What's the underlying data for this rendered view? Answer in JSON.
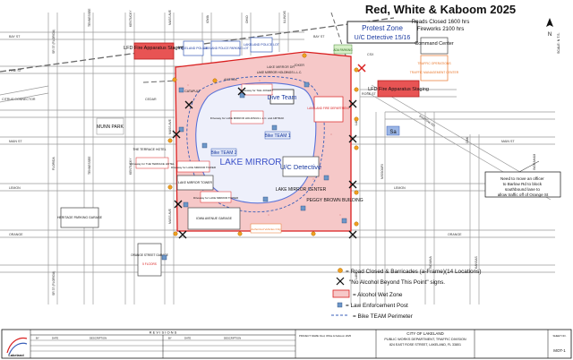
{
  "title": {
    "main": "Red, White & Kaboom 2025",
    "line1": "Roads Closed 1600 hrs",
    "line2": "Fireworks 2100 hrs"
  },
  "colors": {
    "closure": "#f0a020",
    "zone_edge": "#d92020",
    "zone_fill": "#f6c8c8",
    "post": "#6d97c8",
    "bike": "#3a5fb8",
    "lake": "#5a73d8",
    "rail": "#6a6a6a",
    "orange_text": "#e8762a"
  },
  "streets": {
    "bay_st": "BAY ST",
    "pine_st": "PINE ST",
    "main_st": "MAIN ST",
    "lemon": "LEMON",
    "orange": "ORANGE",
    "tennessee": "TENNESSEE",
    "kentucky": "KENTUCKY",
    "mass_ave": "MASS AVE",
    "massachusetts": "MASSACHUSETTS",
    "lake": "LAKE",
    "rose_st": "ROSE ST",
    "amtrak": "AMTRAK",
    "csx": "CSX",
    "lake_mirror_dr": "LAKE MIRROR DR",
    "cedar": "CEDAR",
    "joker": "JOKER",
    "citrus_connector": "CITRUS CONNECTOR",
    "sr37": "SR 37 (FLORIDA)",
    "florida": "FLORIDA",
    "missouri": "MISSOURI",
    "indiana": "INDIANA",
    "iowa": "IOWA",
    "ohio": "OHIO",
    "illinois": "ILLINOIS",
    "bartow_rd": "BARTOW RD",
    "oak": "OAK",
    "ingraham": "INGRAHAM",
    "kansas": "KANSAS"
  },
  "places": {
    "lfd_staging_1": "LFD Fire Apparatus Staging",
    "lfd_staging_2": "LFD Fire Apparatus Staging",
    "protest_zone_1": "Protest Zone",
    "protest_zone_2": "U/C Detective 15/16",
    "command_center": "Command Center",
    "lakeland_police": "LAKELAND POLICE",
    "police_parking": "LAKELAND POLICE PARKING LOT",
    "police_lot": "LAKELAND POLICE LOT",
    "dive_team": "Dive Team",
    "bike_team_1": "Bike TEAM 1",
    "bike_team_2": "Bike TEAM 2",
    "lake_mirror": "LAKE MIRROR",
    "uc_detective": "U/C Detective",
    "lake_mirror_center": "LAKE MIRROR CENTER",
    "peggy_brown": "PEGGY BROWN BUILDING",
    "munn_park": "MUNN PARK",
    "terrace_hotel": "THE TERRACE HOTEL",
    "lake_mirror_tower": "LAKE MIRROR TOWER",
    "iowa_garage": "IOWA AVENUE GARAGE",
    "heritage_garage": "HERITAGE PARKING GARAGE",
    "orange_st_garage": "ORANGE STREET GARAGE",
    "orange_st_caption": "5 FLOORS",
    "lakeland_fire": "LAKELAND FIRE DEPARTMENT",
    "traffic_ops": "TRAFFIC OPERATIONS",
    "traffic_mgmt": "TRAFFIC MANAGEMENT CENTER",
    "ada_parking": "ADA PARKING",
    "sa": "Sa",
    "catapult": "CATAPULT",
    "lake_mirror_holdings": "LAKE MIRROR HOLDINGS L.L.C.",
    "driveway_1": "Driveway for LAKE MIRROR HOLDINGS L.L.C. and AMTRAK",
    "driveway_2": "Driveway for THE JOKERY",
    "driveway_3": "Driveway for LAKE MIRROR TOWER",
    "driveway_4": "Driveway for LAKE MIRROR TOWER",
    "driveway_5": "Driveway for THE TERRACE HOTEL",
    "authorized": "Authorized Vehicles Only",
    "officer_note": "Need to move an officer to Barlow Rd to block southbound lane to allow traffic off of Orange St"
  },
  "legend": {
    "closures": "= Road Closed & Barricades (a-Frame)(14 Locations)",
    "no_alcohol": "\"No Alcohol Beyond This Point\" signs.",
    "wet_zone": "= Alcohol Wet Zone",
    "post": "= Law Enforcement Post",
    "bike": "= Bike TEAM Perimeter"
  },
  "north": "N",
  "scale": "SCALE: N.T.S.",
  "title_block": {
    "revisions": "R E V I S I O N S",
    "col_by": "BY",
    "col_date": "DATE",
    "col_desc": "DESCRIPTION",
    "city": "CITY OF LAKELAND",
    "dept": "PUBLIC WORKS DEPARTMENT, TRAFFIC DIVISION",
    "address": "824 EAST ROSE STREET, LAKELAND, FL 33801",
    "project": "PROJECT NAME: Red, White & Kaboom 2025",
    "sheet_label": "SHEET NO.",
    "sheet": "MOT-1",
    "logo": "Lakeland"
  }
}
